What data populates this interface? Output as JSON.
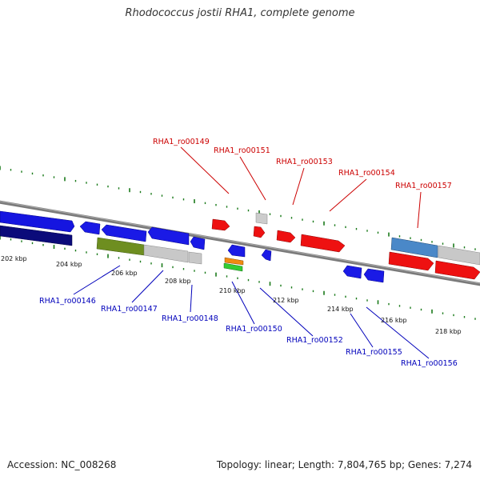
{
  "title": "Rhodococcus jostii RHA1, complete genome",
  "footer": {
    "accession": "Accession: NC_008268",
    "summary": "Topology: linear; Length: 7,804,765 bp; Genes: 7,274"
  },
  "colors": {
    "forward_label": "#cc0000",
    "reverse_label": "#0000bb",
    "tick": "#1a7a1a",
    "backbone": "#808080"
  },
  "scale_labels": [
    "202 kbp",
    "204 kbp",
    "206 kbp",
    "208 kbp",
    "210 kbp",
    "212 kbp",
    "214 kbp",
    "216 kbp",
    "218 kbp"
  ],
  "forward_labels": [
    "RHA1_ro00149",
    "RHA1_ro00151",
    "RHA1_ro00153",
    "RHA1_ro00154",
    "RHA1_ro00157"
  ],
  "reverse_labels": [
    "RHA1_ro00146",
    "RHA1_ro00147",
    "RHA1_ro00148",
    "RHA1_ro00150",
    "RHA1_ro00152",
    "RHA1_ro00155",
    "RHA1_ro00156"
  ]
}
